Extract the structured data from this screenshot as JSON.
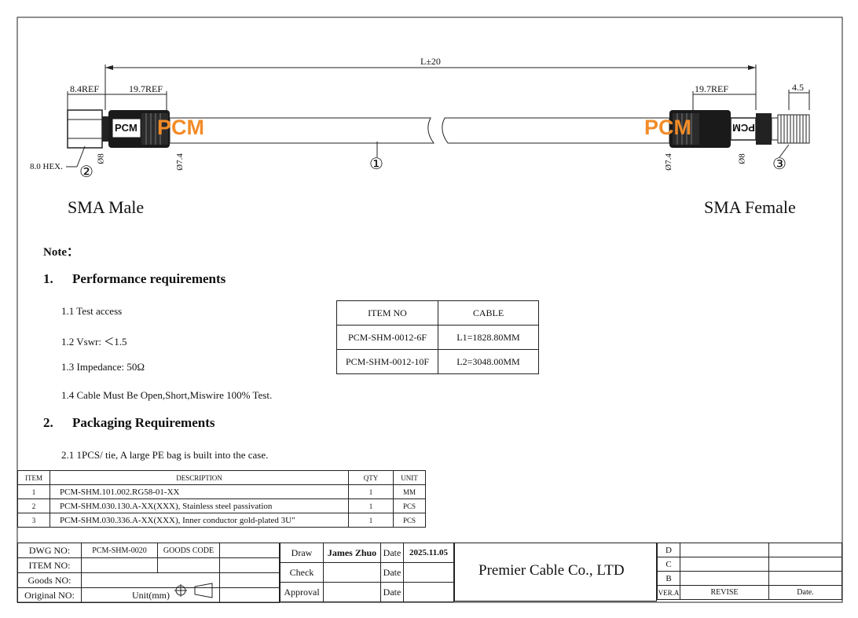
{
  "drawing": {
    "overall_length": "L±20",
    "left_ref_1": "8.4REF",
    "left_ref_2": "19.7REF",
    "right_ref_1": "19.7REF",
    "right_ref_2": "4.5",
    "hex": "8.0 HEX.",
    "dia_left_outer": "Ø8",
    "dia_left_inner": "Ø7.4",
    "dia_right_inner": "Ø7.4",
    "dia_right_outer": "Ø8",
    "callout_1": "①",
    "callout_2": "②",
    "callout_3": "③",
    "boot_text": "PCM",
    "logo_text": "PCM",
    "left_name": "SMA Male",
    "right_name": "SMA Female",
    "accent_color": "#f28c28"
  },
  "notes": {
    "title": "Note：",
    "sec1_num": "1.",
    "sec1_title": "Performance requirements",
    "sec1_items": [
      "1.1 Test access",
      "1.2 Vswr: ＜1.5",
      "1.3 Impedance: 50Ω",
      "1.4 Cable Must Be Open,Short,Miswire 100% Test."
    ],
    "sec2_num": "2.",
    "sec2_title": "Packaging Requirements",
    "sec2_items": [
      "2.1 1PCS/ tie, A large PE bag is built into the case."
    ]
  },
  "item_table": {
    "headers": [
      "ITEM NO",
      "CABLE"
    ],
    "rows": [
      [
        "PCM-SHM-0012-6F",
        "L1=1828.80MM"
      ],
      [
        "PCM-SHM-0012-10F",
        "L2=3048.00MM"
      ]
    ]
  },
  "bom": {
    "headers": [
      "ITEM",
      "DESCRIPTION",
      "QTY",
      "UNIT"
    ],
    "rows": [
      [
        "1",
        "PCM-SHM.101.002.RG58-01-XX",
        "1",
        "MM"
      ],
      [
        "2",
        "PCM-SHM.030.130.A-XX(XXX), Stainless steel passivation",
        "1",
        "PCS"
      ],
      [
        "3",
        "PCM-SHM.030.336.A-XX(XXX), Inner conductor gold-plated 3U\"",
        "1",
        "PCS"
      ]
    ]
  },
  "title_block": {
    "dwg_no_label": "DWG NO:",
    "dwg_no": "PCM-SHM-0020",
    "goods_code": "GOODS CODE",
    "item_no_label": "ITEM NO:",
    "goods_no_label": "Goods NO:",
    "original_no_label": "Original NO:",
    "unit": "Unit(mm)",
    "draw": "Draw",
    "drawer": "James Zhuo",
    "date": "Date",
    "date_value": "2025.11.05",
    "check": "Check",
    "approval": "Approval",
    "company": "Premier Cable Co., LTD",
    "rev_rows": [
      "D",
      "C",
      "B"
    ],
    "ver": "VER.A",
    "revise": "REVISE",
    "rev_date": "Date."
  }
}
